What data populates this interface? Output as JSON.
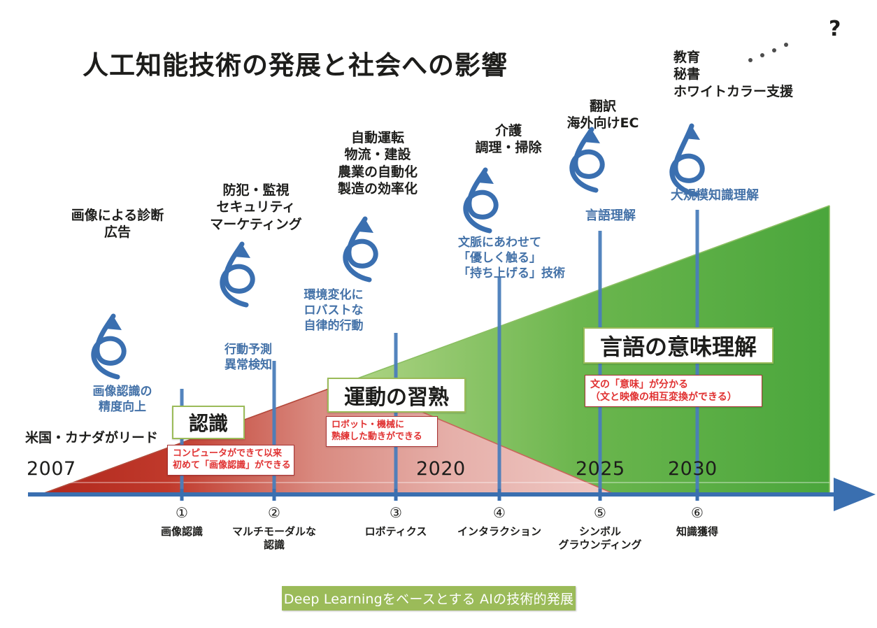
{
  "title": "人工知能技術の発展と社会への影響",
  "question_mark": "?",
  "colors": {
    "red_area": "#c0392b",
    "green_area": "#4caf50",
    "axis_blue": "#3a6fb0",
    "tick_blue": "#4a7ebb",
    "blue_text": "#4472a8",
    "red_text": "#e03131",
    "box_border_green": "#9bbb59",
    "banner_green": "#9bbb59"
  },
  "applications": [
    {
      "id": "app-medical",
      "lines": "画像による診断\n広告"
    },
    {
      "id": "app-security",
      "lines": "防犯・監視\nセキュリティ\nマーケティング"
    },
    {
      "id": "app-driving",
      "lines": "自動運転\n物流・建設\n農業の自動化\n製造の効率化"
    },
    {
      "id": "app-care",
      "lines": "介護\n調理・掃除"
    },
    {
      "id": "app-translate",
      "lines": "翻訳\n海外向けEC"
    },
    {
      "id": "app-whitecollar",
      "lines": "教育\n秘書\nホワイトカラー支援"
    }
  ],
  "technologies": [
    {
      "id": "tech-image-recognition",
      "lines": "画像認識の\n精度向上"
    },
    {
      "id": "tech-behavior-prediction",
      "lines": "行動予測\n異常検知"
    },
    {
      "id": "tech-robust-autonomy",
      "lines": "環境変化に\nロバストな\n自律的行動"
    },
    {
      "id": "tech-context-manipulation",
      "lines": "文脈にあわせて\n「優しく触る」\n「持ち上げる」技術"
    },
    {
      "id": "tech-language-understanding",
      "lines": "言語理解"
    },
    {
      "id": "tech-large-scale-knowledge",
      "lines": "大規模知識理解"
    }
  ],
  "milestones": [
    {
      "id": "milestone-recognition",
      "heading": "認識",
      "note": "コンピュータができて以来\n初めて「画像認識」ができる"
    },
    {
      "id": "milestone-motor-skill",
      "heading": "運動の習熟",
      "note": "ロボット・機械に\n熟練した動きができる"
    },
    {
      "id": "milestone-semantics",
      "heading": "言語の意味理解",
      "note": "文の「意味」が分かる\n（文と映像の相互変換ができる）"
    }
  ],
  "lead_note": "米国・カナダがリード",
  "years": [
    "2007",
    "2020",
    "2025",
    "2030"
  ],
  "axis_items": [
    {
      "number": "①",
      "label": "画像認識"
    },
    {
      "number": "②",
      "label": "マルチモーダルな\n認識"
    },
    {
      "number": "③",
      "label": "ロボティクス"
    },
    {
      "number": "④",
      "label": "インタラクション"
    },
    {
      "number": "⑤",
      "label": "シンボル\nグラウンディング"
    },
    {
      "number": "⑥",
      "label": "知識獲得"
    }
  ],
  "banner": "Deep Learningをベースとする AIの技術的発展"
}
